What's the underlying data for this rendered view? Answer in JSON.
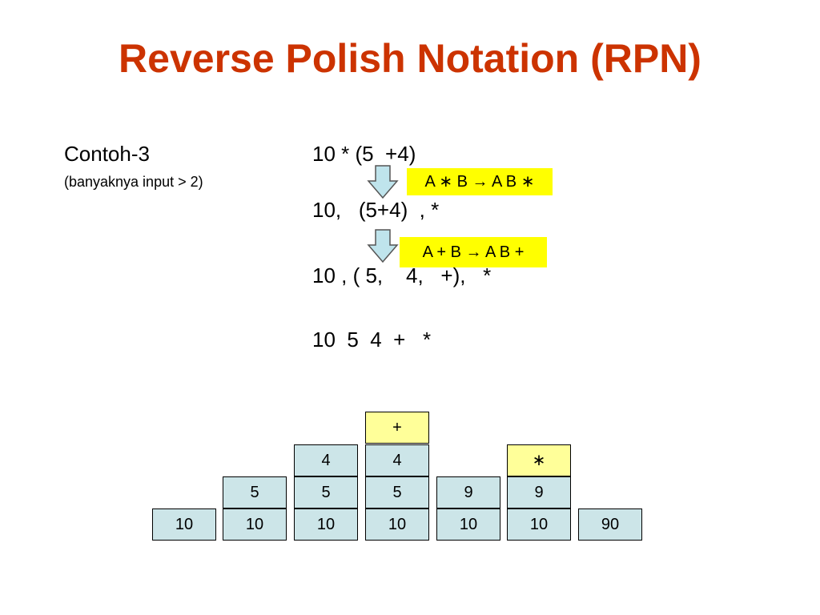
{
  "title": "Reverse Polish Notation (RPN)",
  "example": {
    "label": "Contoh-3",
    "sublabel": "(banyaknya input > 2)"
  },
  "steps": [
    "10 * (5  +4)",
    "10,   (5+4)  , *",
    "10 , ( 5,    4,   +),   *",
    "10  5  4  +   *"
  ],
  "rules": [
    "A ∗ B → A B ∗",
    "A + B → A B +"
  ],
  "stacks": {
    "col_0": [
      "10"
    ],
    "col_1": [
      "5",
      "10"
    ],
    "col_2": [
      "4",
      "5",
      "10"
    ],
    "col_3": [
      "+",
      "4",
      "5",
      "10"
    ],
    "col_4": [
      "9",
      "10"
    ],
    "col_5": [
      "∗",
      "9",
      "10"
    ],
    "col_6": [
      "90"
    ]
  },
  "colors": {
    "title": "#cc3300",
    "cell_fill": "#cce5e8",
    "operator_cell_fill": "#ffff99",
    "rule_highlight": "#ffff00",
    "arrow_fill": "#bfe4ec"
  }
}
